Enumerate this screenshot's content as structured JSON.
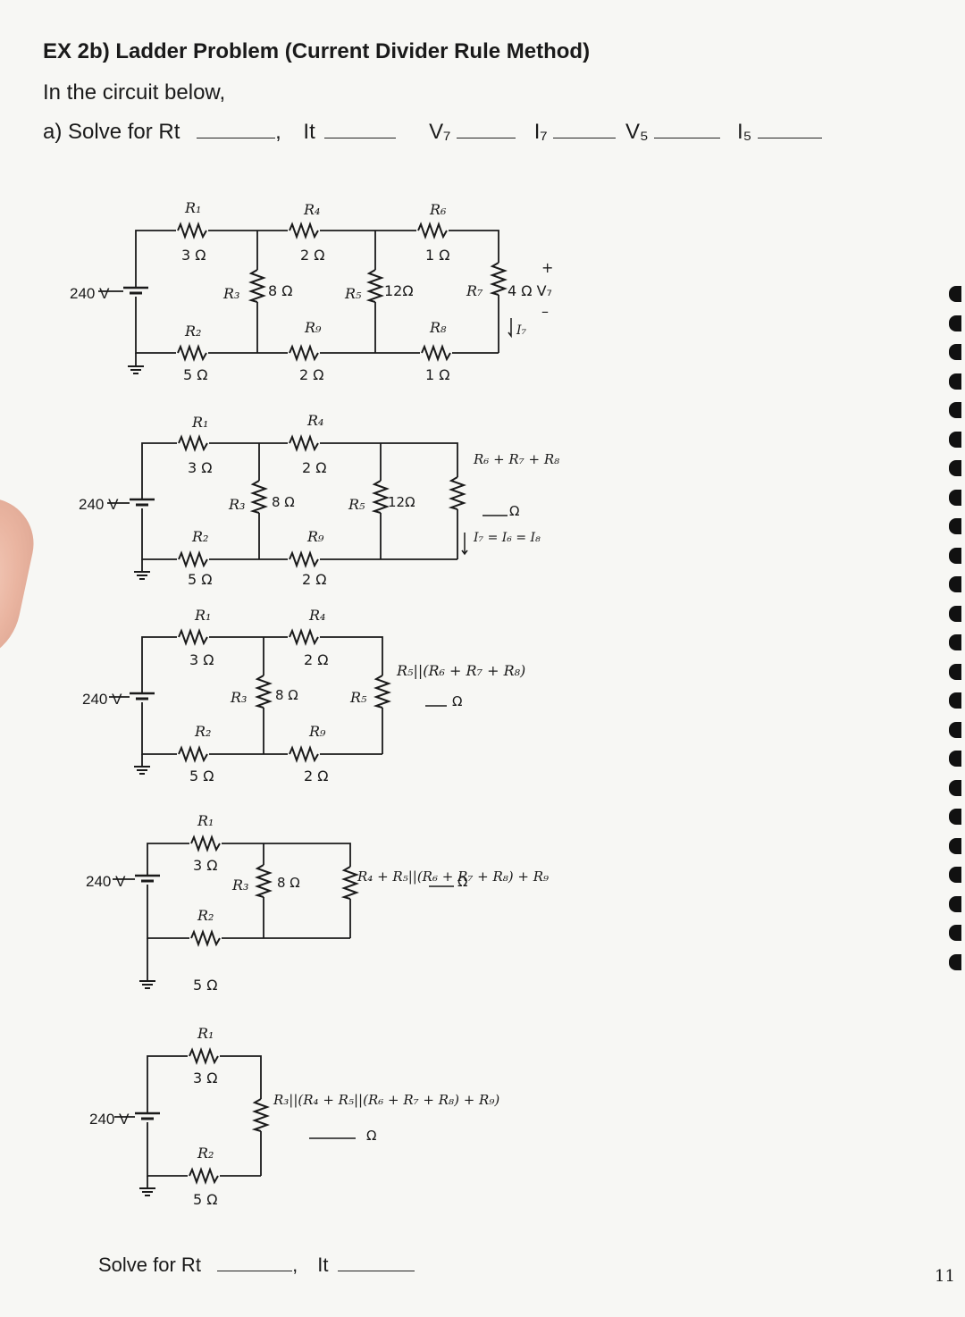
{
  "header": {
    "title": "EX 2b) Ladder Problem (Current Divider Rule Method)",
    "intro": "In the circuit below,",
    "part_a": "a) Solve for  Rt",
    "answers": [
      {
        "label": "It"
      },
      {
        "label": "V₇"
      },
      {
        "label": "I₇"
      },
      {
        "label": "V₅"
      },
      {
        "label": "I₅"
      }
    ]
  },
  "source_voltage": "240 V",
  "circuit1": {
    "R1": {
      "name": "R₁",
      "value": "3 Ω"
    },
    "R2": {
      "name": "R₂",
      "value": "5 Ω"
    },
    "R3": {
      "name": "R₃",
      "value": "8 Ω"
    },
    "R4": {
      "name": "R₄",
      "value": "2 Ω"
    },
    "R5": {
      "name": "R₅",
      "value": "12Ω"
    },
    "R6": {
      "name": "R₆",
      "value": "1 Ω"
    },
    "R7": {
      "name": "R₇",
      "value": "4 Ω V₇"
    },
    "R8": {
      "name": "R₈",
      "value": "1 Ω"
    },
    "R9": {
      "name": "R₉",
      "value": "2 Ω"
    },
    "plus": "+",
    "minus": "–",
    "I7": "I₇"
  },
  "circuit2": {
    "eq": "R₆ + R₇ + R₈",
    "ohm": "Ω",
    "current": "I₇ = I₆ = I₈"
  },
  "circuit3": {
    "eq": "R₅||(R₆ + R₇ + R₈)",
    "ohm": "Ω"
  },
  "circuit4": {
    "eq": "R₄ + R₅||(R₆ + R₇ + R₈) + R₉",
    "ohm": "Ω"
  },
  "circuit5": {
    "eq": "R₃||(R₄ + R₅||(R₆ + R₇ + R₈) + R₉)",
    "ohm": "Ω"
  },
  "footer": {
    "solve": "Solve for  Rt",
    "it": "It"
  },
  "page_number": "11"
}
